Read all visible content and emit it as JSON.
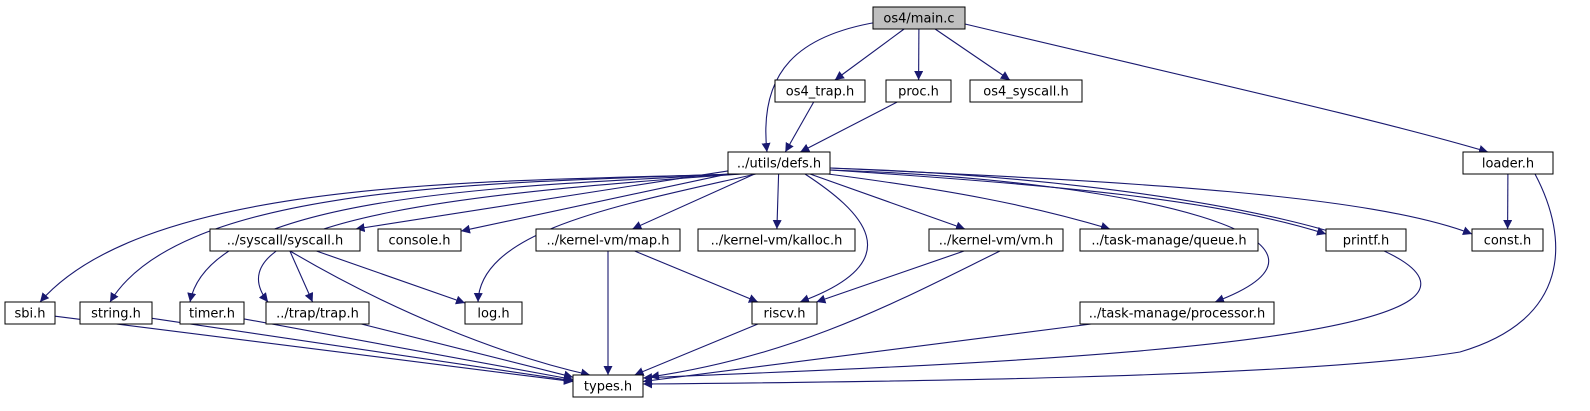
{
  "colors": {
    "edge": "#191970",
    "node_fill": "#ffffff",
    "root_fill": "#bfbfbf",
    "node_stroke": "#000000"
  },
  "nodes": {
    "main": {
      "label": "os4/main.c",
      "root": true
    },
    "os4_trap": {
      "label": "os4_trap.h"
    },
    "proc": {
      "label": "proc.h"
    },
    "os4_syscall": {
      "label": "os4_syscall.h"
    },
    "defs": {
      "label": "../utils/defs.h"
    },
    "loader": {
      "label": "loader.h"
    },
    "syscall": {
      "label": "../syscall/syscall.h"
    },
    "console": {
      "label": "console.h"
    },
    "map": {
      "label": "../kernel-vm/map.h"
    },
    "kalloc": {
      "label": "../kernel-vm/kalloc.h"
    },
    "vm": {
      "label": "../kernel-vm/vm.h"
    },
    "queue": {
      "label": "../task-manage/queue.h"
    },
    "printf": {
      "label": "printf.h"
    },
    "const": {
      "label": "const.h"
    },
    "sbi": {
      "label": "sbi.h"
    },
    "string": {
      "label": "string.h"
    },
    "timer": {
      "label": "timer.h"
    },
    "trap": {
      "label": "../trap/trap.h"
    },
    "log": {
      "label": "log.h"
    },
    "riscv": {
      "label": "riscv.h"
    },
    "processor": {
      "label": "../task-manage/processor.h"
    },
    "types": {
      "label": "types.h"
    }
  },
  "edges": [
    [
      "main",
      "os4_trap"
    ],
    [
      "main",
      "proc"
    ],
    [
      "main",
      "os4_syscall"
    ],
    [
      "main",
      "defs"
    ],
    [
      "main",
      "loader"
    ],
    [
      "os4_trap",
      "defs"
    ],
    [
      "proc",
      "defs"
    ],
    [
      "loader",
      "const"
    ],
    [
      "loader",
      "types"
    ],
    [
      "defs",
      "syscall"
    ],
    [
      "defs",
      "console"
    ],
    [
      "defs",
      "map"
    ],
    [
      "defs",
      "kalloc"
    ],
    [
      "defs",
      "vm"
    ],
    [
      "defs",
      "queue"
    ],
    [
      "defs",
      "printf"
    ],
    [
      "defs",
      "const"
    ],
    [
      "defs",
      "sbi"
    ],
    [
      "defs",
      "string"
    ],
    [
      "defs",
      "timer"
    ],
    [
      "defs",
      "trap"
    ],
    [
      "defs",
      "log"
    ],
    [
      "defs",
      "riscv"
    ],
    [
      "defs",
      "processor"
    ],
    [
      "defs",
      "types"
    ],
    [
      "syscall",
      "trap"
    ],
    [
      "syscall",
      "log"
    ],
    [
      "syscall",
      "types"
    ],
    [
      "map",
      "riscv"
    ],
    [
      "map",
      "types"
    ],
    [
      "vm",
      "riscv"
    ],
    [
      "vm",
      "types"
    ],
    [
      "sbi",
      "types"
    ],
    [
      "string",
      "types"
    ],
    [
      "timer",
      "types"
    ],
    [
      "trap",
      "types"
    ],
    [
      "riscv",
      "types"
    ],
    [
      "processor",
      "types"
    ]
  ]
}
